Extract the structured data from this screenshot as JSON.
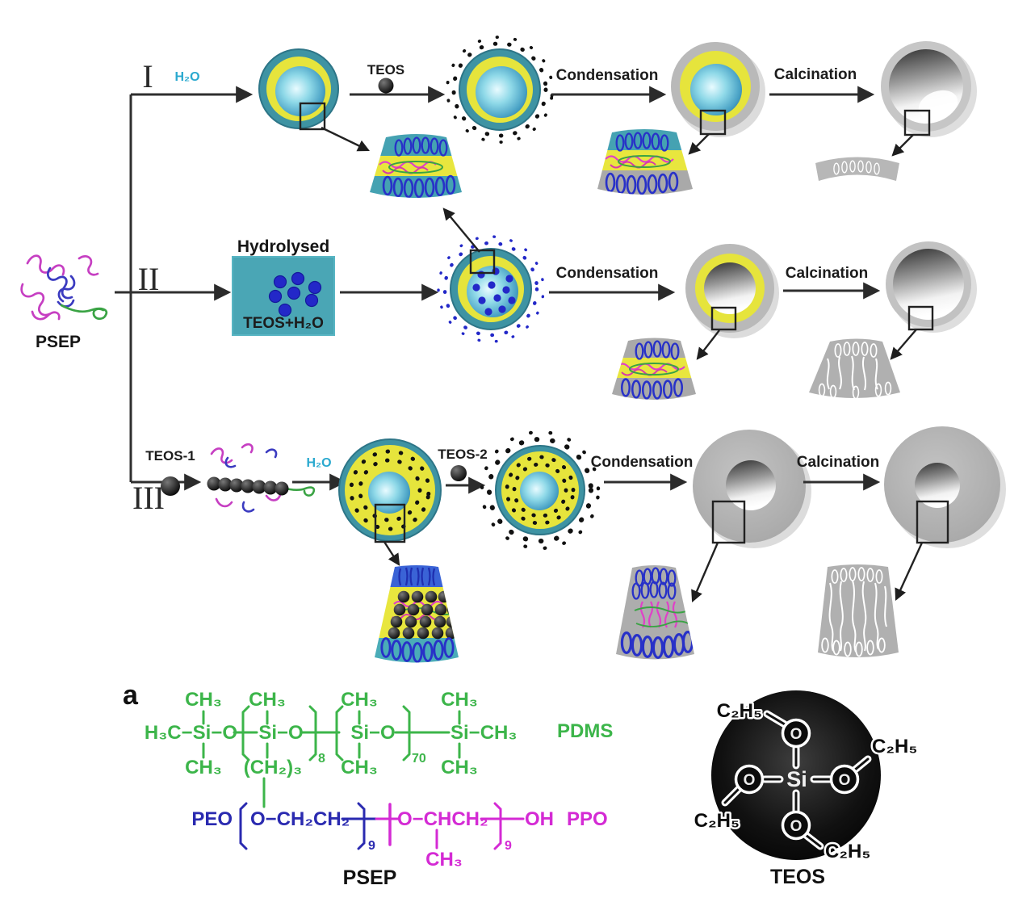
{
  "figure": {
    "panel_label": "a",
    "routes": {
      "one": "I",
      "two": "II",
      "three": "III"
    },
    "molecule_label": "PSEP",
    "reagents": {
      "h2o": "H₂O",
      "teos": "TEOS",
      "teos_1": "TEOS-1",
      "teos_2": "TEOS-2",
      "hydrolysed_title": "Hydrolysed",
      "hydrolysed_content": "TEOS+H₂O"
    },
    "steps": {
      "condensation": "Condensation",
      "calcination": "Calcination"
    }
  },
  "chemistry": {
    "pdms": {
      "left_end": "H₃C−Si−O",
      "repeat_unit": "Si−O",
      "n_first": "8",
      "n_second": "70",
      "right_end": "Si−CH₃",
      "methyl": "CH₃",
      "propyl_side": "(CH₂)₃",
      "name": "PDMS"
    },
    "peo": {
      "name": "PEO",
      "repeat_unit": "O−CH₂CH₂",
      "n": "9"
    },
    "ppo": {
      "repeat_unit": "O−CHCH₂",
      "n": "9",
      "end_group": "OH",
      "methyl": "CH₃",
      "name": "PPO"
    },
    "copolymer_name": "PSEP",
    "teos_molecule": {
      "center_atom": "Si",
      "oxygen": "O",
      "ethyl": "C₂H₅",
      "name": "TEOS"
    }
  },
  "colors": {
    "teal": "#3e93a3",
    "yellow": "#e6e43c",
    "silica_gray": "#b1b1b1",
    "cyan_text": "#2aa9cf",
    "chem_green": "#3cb54a",
    "chem_blue": "#2a2ab0",
    "chem_magenta": "#d42ad4",
    "dot_blue": "#2328c8",
    "arrow": "#333333"
  }
}
